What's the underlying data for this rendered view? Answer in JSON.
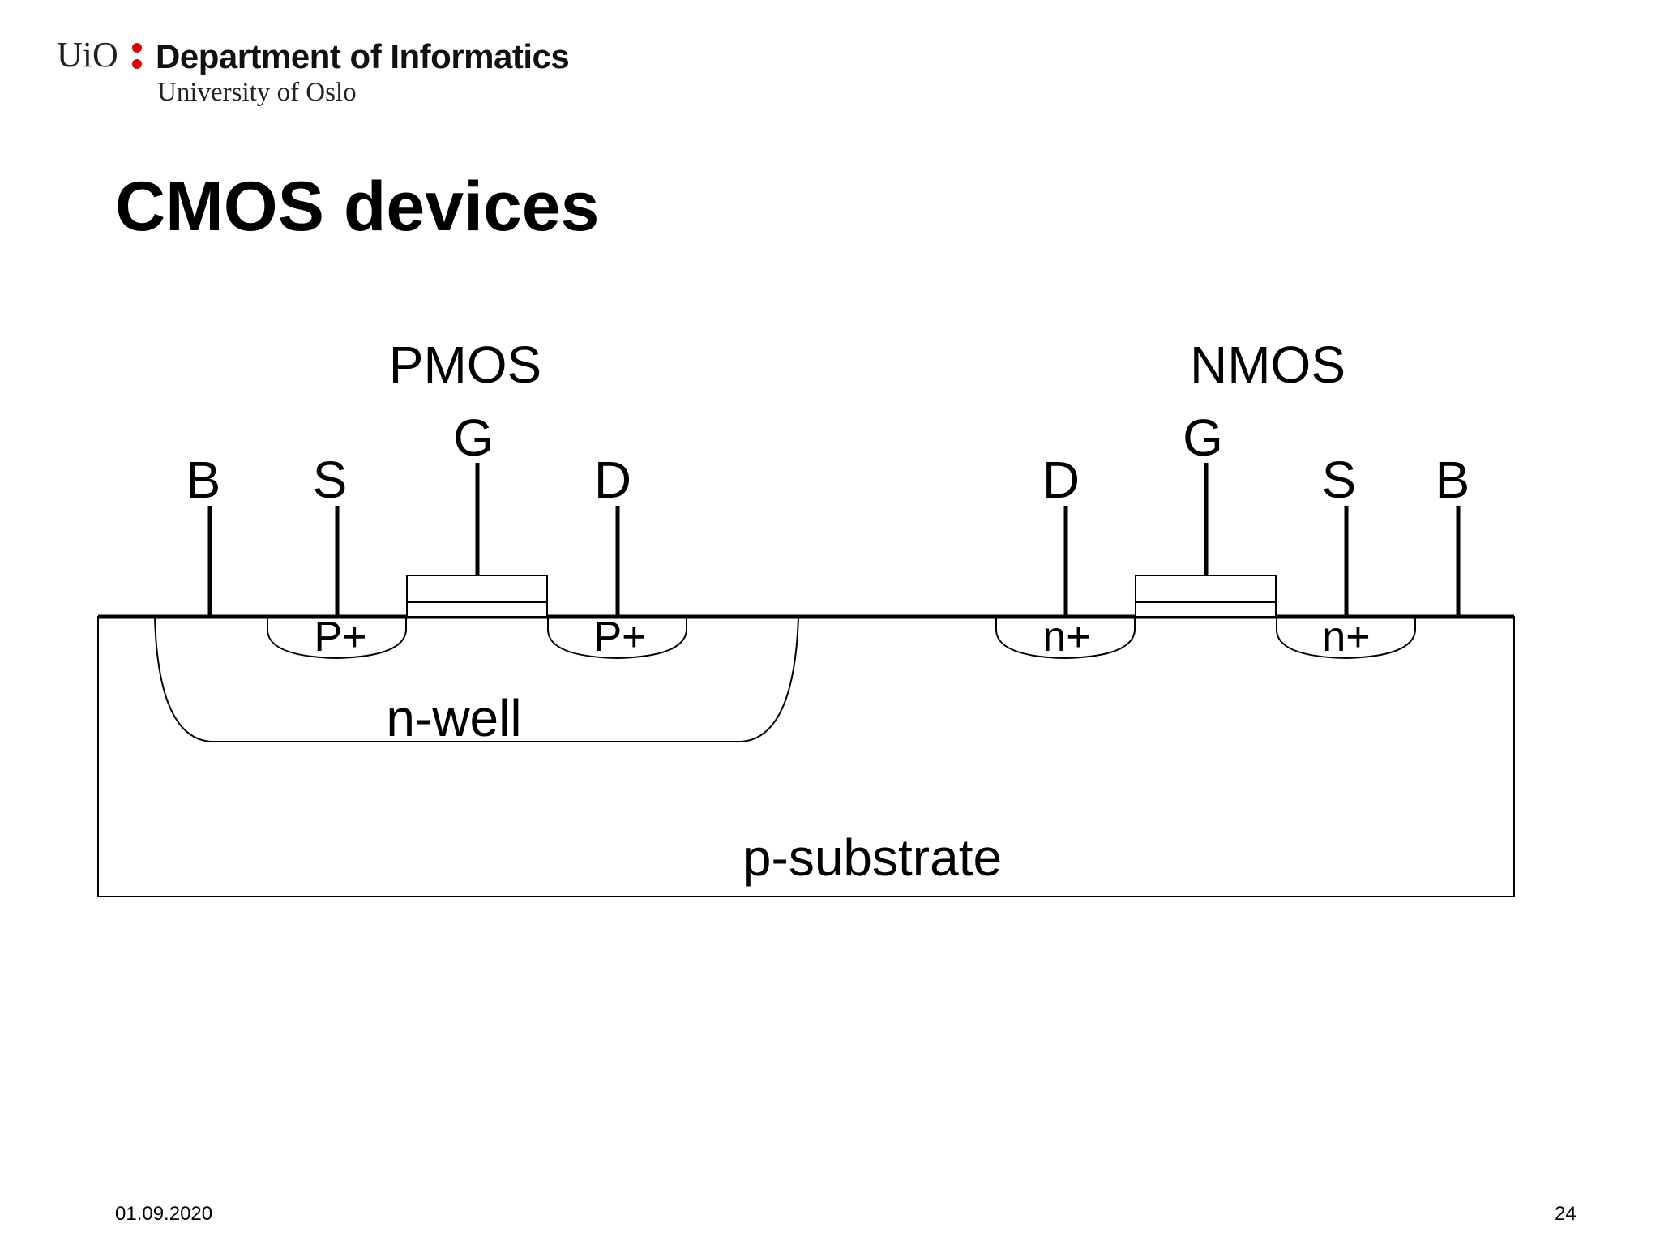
{
  "header": {
    "logo_text": "UiO",
    "department": "Department of Informatics",
    "university": "University of Oslo"
  },
  "slide": {
    "title": "CMOS devices"
  },
  "diagram": {
    "pmos": {
      "label": "PMOS",
      "terminal_b": "B",
      "terminal_s": "S",
      "terminal_g": "G",
      "terminal_d": "D",
      "source_diffusion": "P+",
      "drain_diffusion": "P+",
      "well": "n-well"
    },
    "nmos": {
      "label": "NMOS",
      "terminal_d": "D",
      "terminal_g": "G",
      "terminal_s": "S",
      "terminal_b": "B",
      "drain_diffusion": "n+",
      "source_diffusion": "n+"
    },
    "substrate": "p-substrate"
  },
  "colors": {
    "logo_dots": "#dd0000",
    "ink": "#000000"
  },
  "footer": {
    "date": "01.09.2020",
    "page_number": "24"
  }
}
